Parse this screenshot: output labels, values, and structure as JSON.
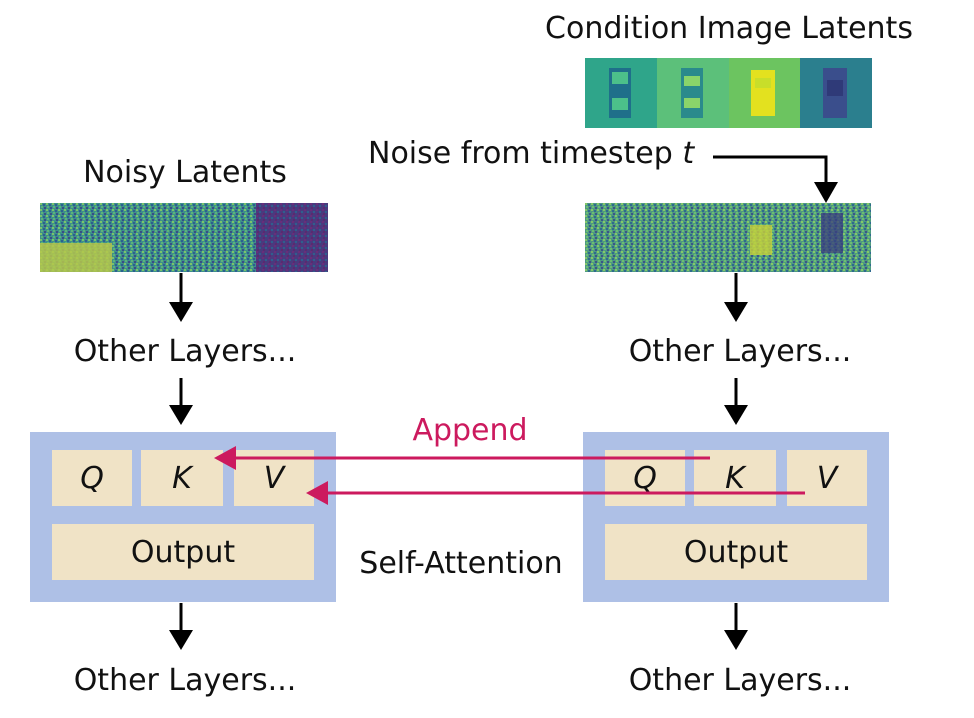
{
  "title_condition": "Condition Image Latents",
  "title_noisy": "Noisy Latents",
  "noise_label": "Noise from timestep",
  "noise_var": "t",
  "other_layers": "Other Layers...",
  "append_label": "Append",
  "self_attention_label": "Self-Attention",
  "left_block": {
    "q": "Q",
    "k": "K",
    "v": "V",
    "output": "Output"
  },
  "right_block": {
    "q": "Q",
    "k": "K",
    "v": "V",
    "output": "Output"
  },
  "colors": {
    "attention_block": "#aec0e6",
    "cell_fill": "#f0e3c6",
    "append_arrow": "#cc1a5e",
    "arrow": "#000000"
  }
}
